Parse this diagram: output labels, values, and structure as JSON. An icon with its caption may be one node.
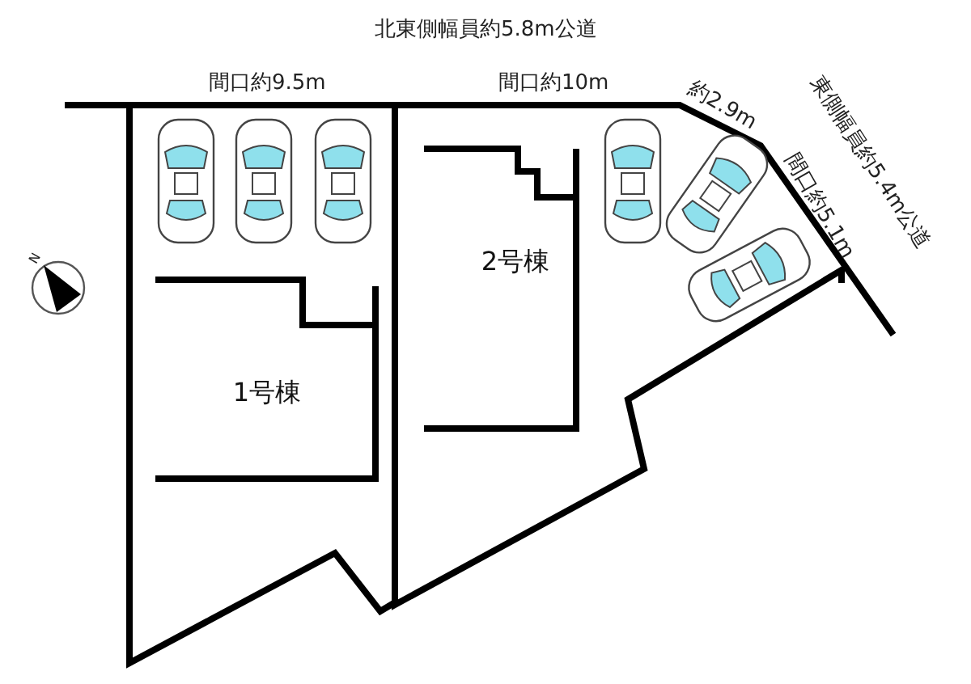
{
  "diagram": {
    "nodes": [
      {
        "text": [
          "1号棟"
        ]
      },
      {
        "text": [
          "2号棟"
        ]
      }
    ],
    "labels": [
      "北東側幅員約5.8m公道",
      "間口約9.5m",
      "間口約10m",
      "約2.9m",
      "東側幅員約5.4m公道",
      "間口約5.1m",
      "N"
    ]
  }
}
